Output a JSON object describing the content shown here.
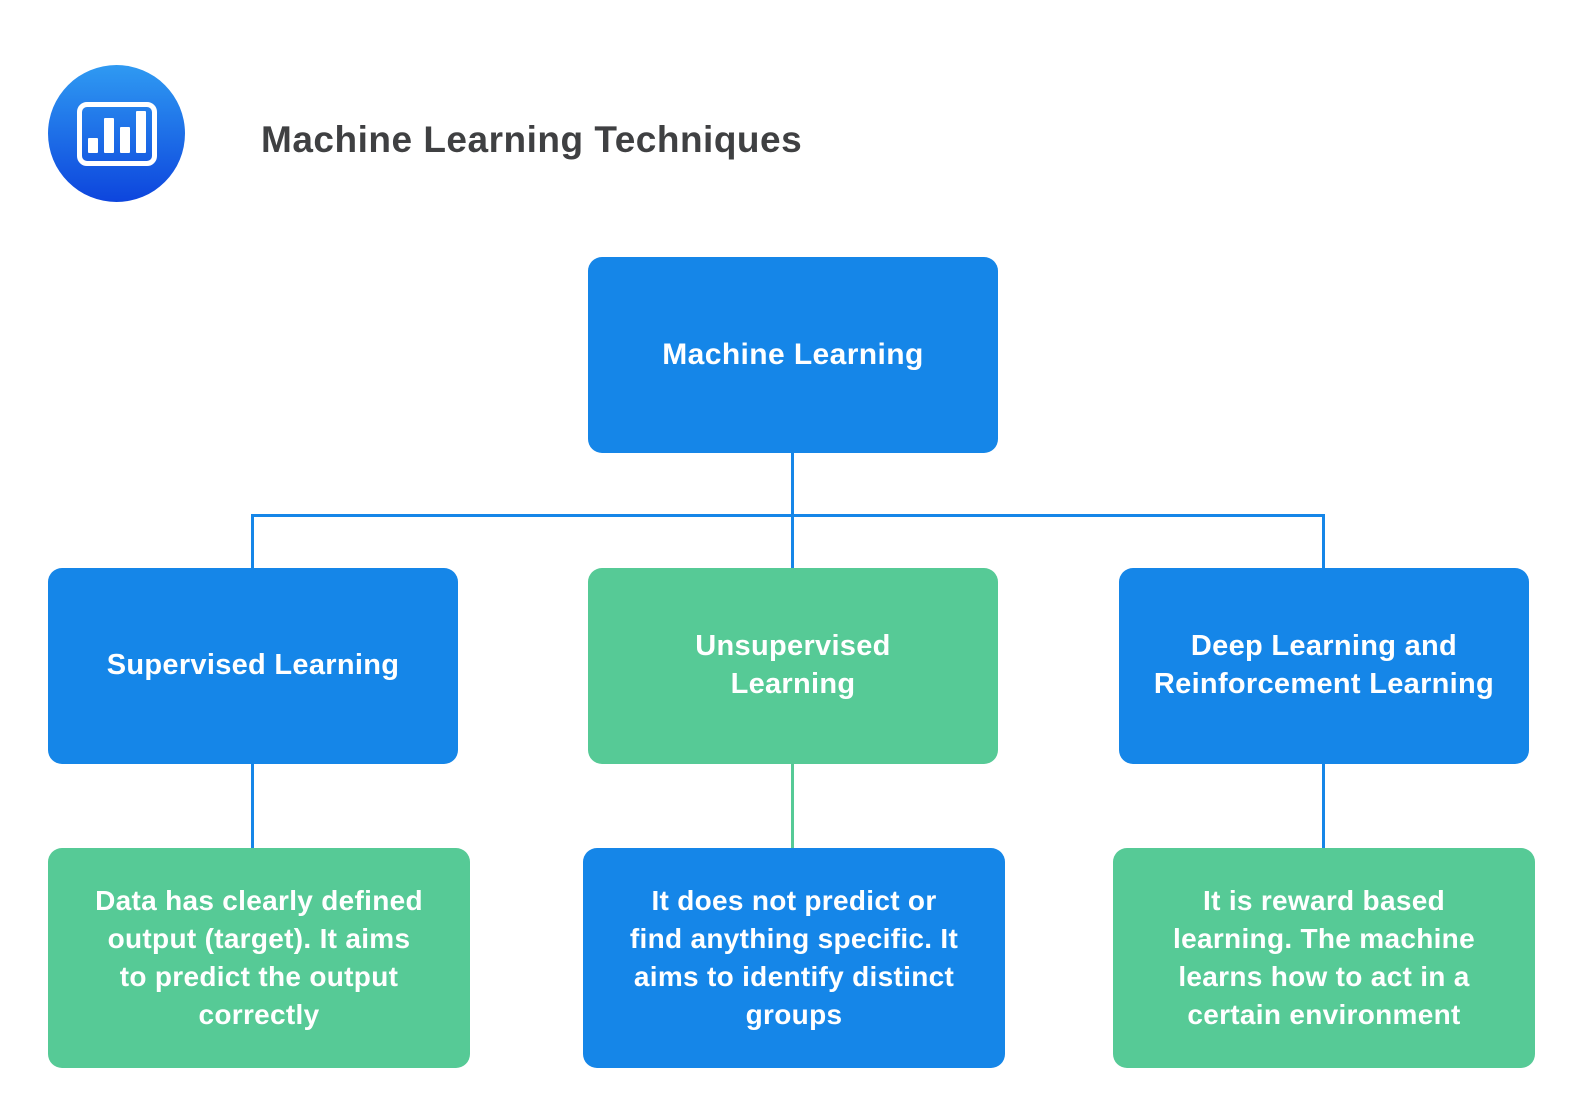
{
  "header": {
    "title": "Machine Learning Techniques",
    "icon": "bar-chart"
  },
  "colors": {
    "blue": "#1586E8",
    "green": "#56CA96",
    "title_text": "#3F4042",
    "node_text": "#FFFFFF",
    "icon_gradient_top": "#2F9AF2",
    "icon_gradient_bottom": "#0D45DD",
    "background": "#FFFFFF"
  },
  "tree": {
    "root": {
      "label": "Machine Learning",
      "box_color": "#1586E8",
      "connector_color": "#1586E8"
    },
    "branches": [
      {
        "label": "Supervised Learning",
        "box_color": "#1586E8",
        "connector_color": "#1586E8",
        "description": "Data has clearly defined\noutput (target). It aims\nto predict the output\ncorrectly",
        "description_box_color": "#56CA96"
      },
      {
        "label": "Unsupervised\nLearning",
        "box_color": "#56CA96",
        "connector_color": "#56CA96",
        "description": "It does not predict or\nfind anything specific. It\naims to identify distinct\ngroups",
        "description_box_color": "#1586E8"
      },
      {
        "label": "Deep Learning and\nReinforcement Learning",
        "box_color": "#1586E8",
        "connector_color": "#1586E8",
        "description": "It is reward based\nlearning. The machine\nlearns how to act in a\ncertain environment",
        "description_box_color": "#56CA96"
      }
    ]
  }
}
